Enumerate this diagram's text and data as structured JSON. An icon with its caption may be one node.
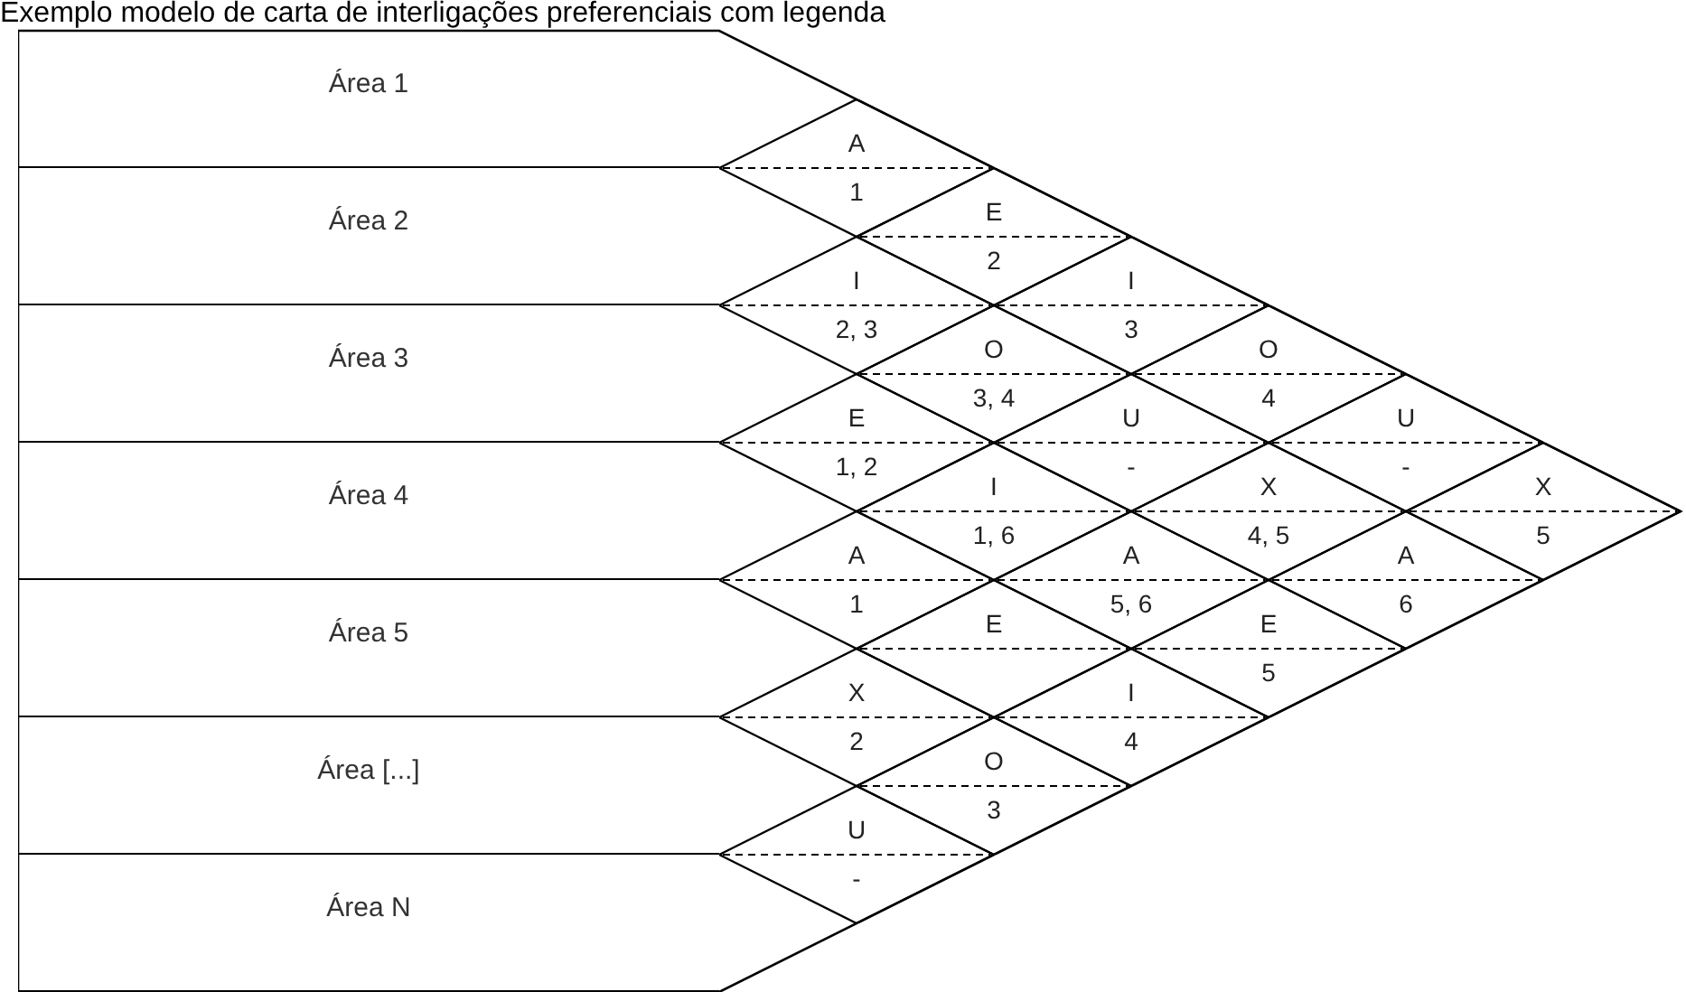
{
  "diagram": {
    "title": "Exemplo modelo de carta de interligações preferenciais com legenda",
    "nodes": [
      {
        "text": [
          "Área 1"
        ]
      },
      {
        "text": [
          "Área 2"
        ]
      },
      {
        "text": [
          "Área 3"
        ]
      },
      {
        "text": [
          "Área 4"
        ]
      },
      {
        "text": [
          "Área 5"
        ]
      },
      {
        "text": [
          "Área [...]"
        ]
      },
      {
        "text": [
          "Área N"
        ]
      },
      {
        "text": [
          "A",
          "1"
        ]
      },
      {
        "text": [
          "E",
          "2"
        ]
      },
      {
        "text": [
          "I",
          "2, 3"
        ]
      },
      {
        "text": [
          "I",
          "3"
        ]
      },
      {
        "text": [
          "O",
          "3, 4"
        ]
      },
      {
        "text": [
          "O",
          "4"
        ]
      },
      {
        "text": [
          "E",
          "1, 2"
        ]
      },
      {
        "text": [
          "U",
          "-"
        ]
      },
      {
        "text": [
          "U",
          "-"
        ]
      },
      {
        "text": [
          "I",
          "1, 6"
        ]
      },
      {
        "text": [
          "X",
          "4, 5"
        ]
      },
      {
        "text": [
          "X",
          "5"
        ]
      },
      {
        "text": [
          "A",
          "1"
        ]
      },
      {
        "text": [
          "A",
          "5, 6"
        ]
      },
      {
        "text": [
          "A",
          "6"
        ]
      },
      {
        "text": [
          "E"
        ]
      },
      {
        "text": [
          "E",
          "5"
        ]
      },
      {
        "text": [
          "X",
          "2"
        ]
      },
      {
        "text": [
          "I",
          "4"
        ]
      },
      {
        "text": [
          "O",
          "3"
        ]
      },
      {
        "text": [
          "U",
          "-"
        ]
      }
    ]
  }
}
